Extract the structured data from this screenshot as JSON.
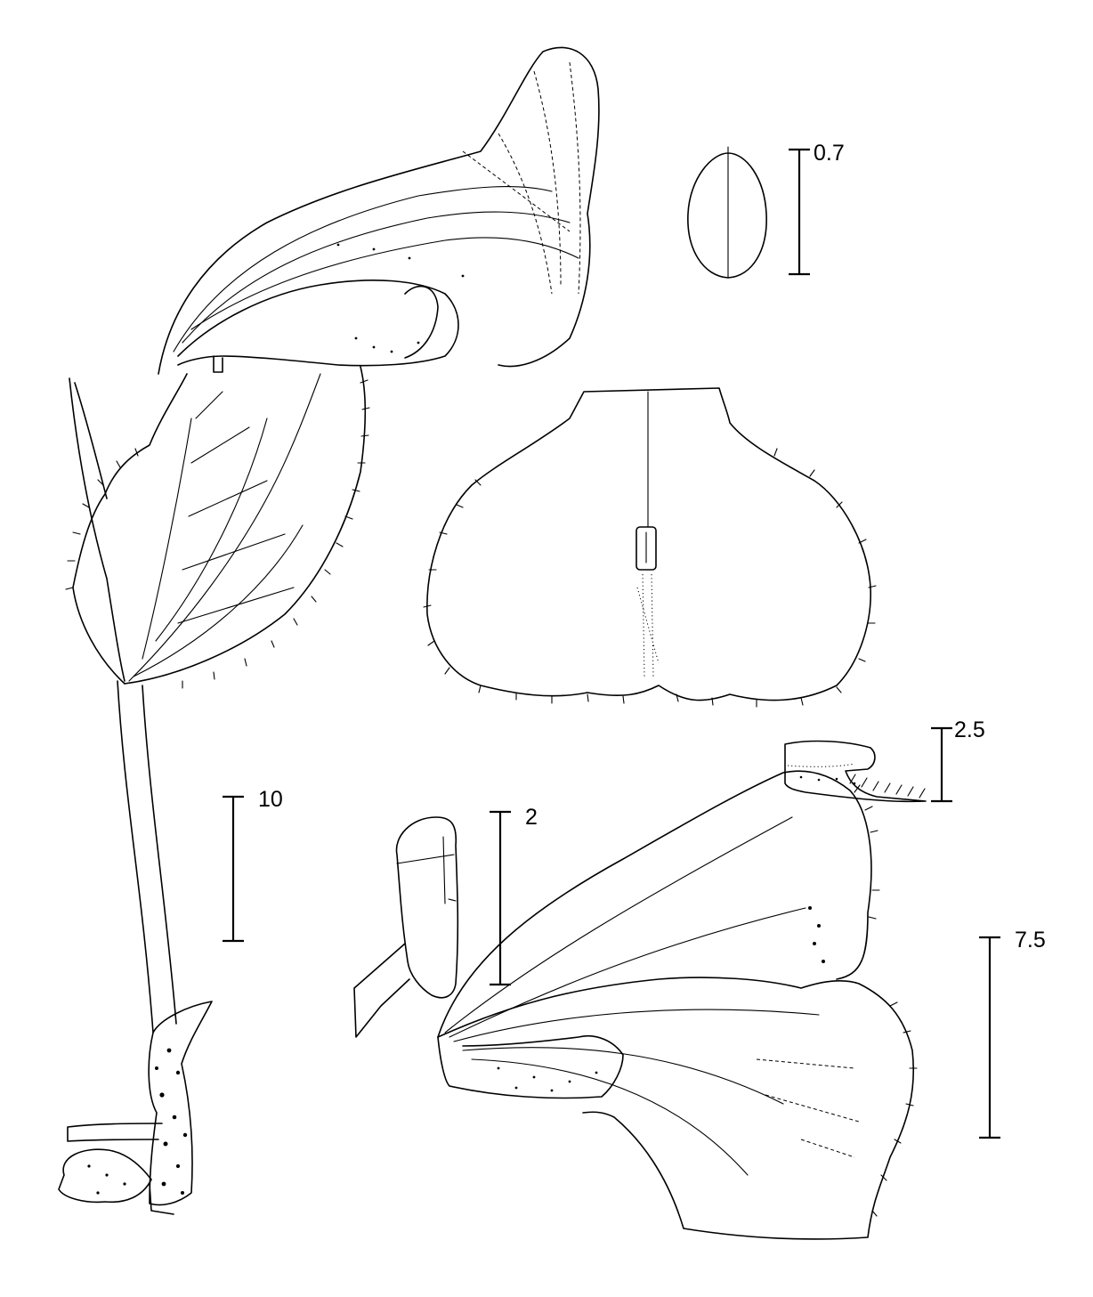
{
  "scale_bars": [
    {
      "id": "seed",
      "label": "0.7"
    },
    {
      "id": "column-tip",
      "label": "2.5"
    },
    {
      "id": "habit",
      "label": "10"
    },
    {
      "id": "column",
      "label": "2"
    },
    {
      "id": "flower",
      "label": "7.5"
    }
  ],
  "colors": {
    "ink": "#000000",
    "paper": "#ffffff"
  }
}
